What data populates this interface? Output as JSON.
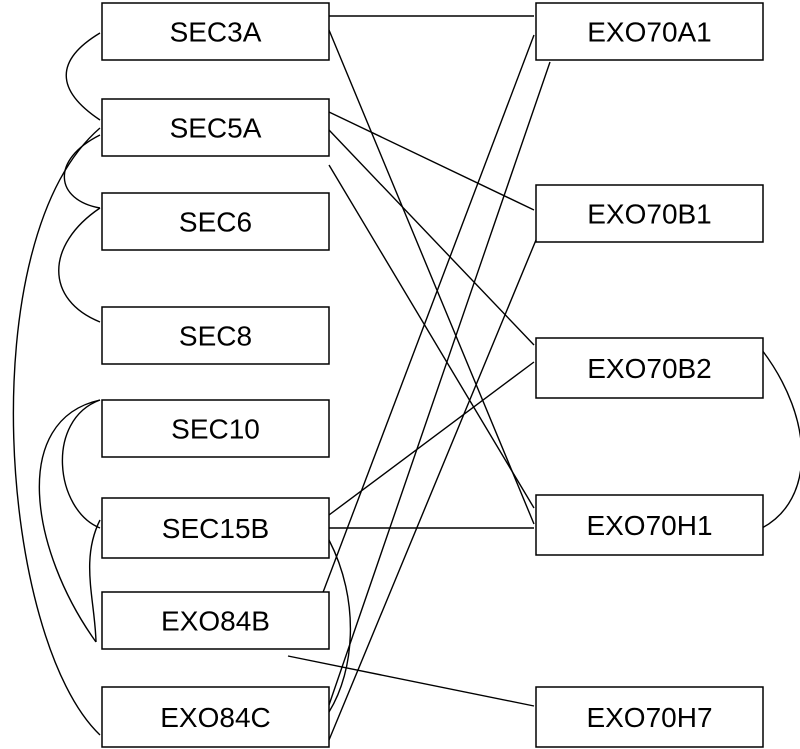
{
  "diagram": {
    "nodes": [
      {
        "id": "SEC3A",
        "label": "SEC3A"
      },
      {
        "id": "SEC5A",
        "label": "SEC5A"
      },
      {
        "id": "SEC6",
        "label": "SEC6"
      },
      {
        "id": "SEC8",
        "label": "SEC8"
      },
      {
        "id": "SEC10",
        "label": "SEC10"
      },
      {
        "id": "SEC15B",
        "label": "SEC15B"
      },
      {
        "id": "EXO84B",
        "label": "EXO84B"
      },
      {
        "id": "EXO84C",
        "label": "EXO84C"
      },
      {
        "id": "EXO70A1",
        "label": "EXO70A1"
      },
      {
        "id": "EXO70B1",
        "label": "EXO70B1"
      },
      {
        "id": "EXO70B2",
        "label": "EXO70B2"
      },
      {
        "id": "EXO70H1",
        "label": "EXO70H1"
      },
      {
        "id": "EXO70H7",
        "label": "EXO70H7"
      }
    ],
    "edges": [
      [
        "SEC3A",
        "SEC5A"
      ],
      [
        "SEC5A",
        "SEC6"
      ],
      [
        "SEC6",
        "SEC8"
      ],
      [
        "SEC10",
        "SEC15B"
      ],
      [
        "SEC10",
        "EXO84B"
      ],
      [
        "SEC15B",
        "EXO84B"
      ],
      [
        "SEC5A",
        "EXO84C"
      ],
      [
        "EXO70B2",
        "EXO70H1"
      ],
      [
        "SEC3A",
        "EXO70A1"
      ],
      [
        "SEC3A",
        "EXO70H1"
      ],
      [
        "SEC5A",
        "EXO70B1"
      ],
      [
        "SEC5A",
        "EXO70B2"
      ],
      [
        "SEC5A",
        "EXO70H1"
      ],
      [
        "SEC15B",
        "EXO70B2"
      ],
      [
        "SEC15B",
        "EXO70H1"
      ],
      [
        "SEC15B",
        "EXO84C"
      ],
      [
        "EXO84B",
        "EXO70A1"
      ],
      [
        "EXO84B",
        "EXO70H7"
      ],
      [
        "EXO84C",
        "EXO70A1"
      ],
      [
        "EXO84C",
        "EXO70B1"
      ]
    ]
  }
}
